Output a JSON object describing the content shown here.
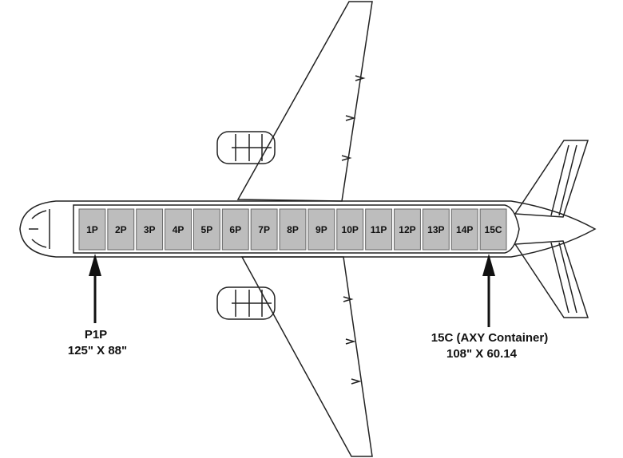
{
  "diagram": {
    "positions": [
      "1P",
      "2P",
      "3P",
      "4P",
      "5P",
      "6P",
      "7P",
      "8P",
      "9P",
      "10P",
      "11P",
      "12P",
      "13P",
      "14P",
      "15C"
    ],
    "callouts": [
      {
        "name": "P1P",
        "dims": "125\" X 88\""
      },
      {
        "name": "15C (AXY Container)",
        "dims": "108\" X 60.14"
      }
    ],
    "colors": {
      "position_fill": "#bdbdbd",
      "outline": "#222222"
    }
  }
}
